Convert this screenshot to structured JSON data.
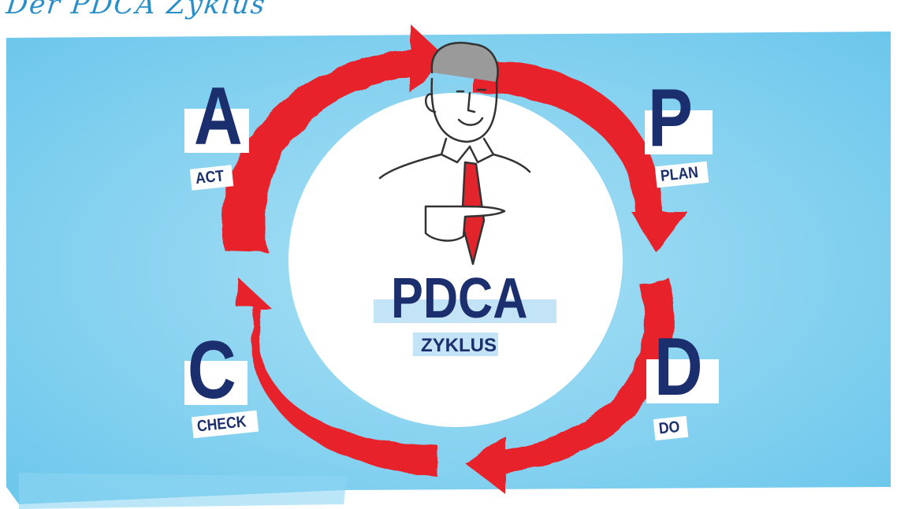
{
  "title": "Der PDCA Zyklus",
  "center": {
    "main": "PDCA",
    "sub": "ZYKLUS"
  },
  "stages": [
    {
      "letter": "A",
      "word": "ACT"
    },
    {
      "letter": "P",
      "word": "PLAN"
    },
    {
      "letter": "C",
      "word": "CHECK"
    },
    {
      "letter": "D",
      "word": "DO"
    }
  ],
  "colors": {
    "background": "#7fd0ef",
    "arrow": "#e8242c",
    "text": "#1b2f6e",
    "title": "#2a8fc9",
    "label_highlight": "#c3e3f6"
  }
}
